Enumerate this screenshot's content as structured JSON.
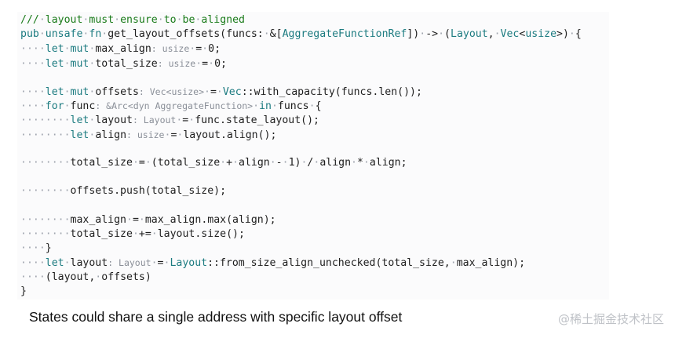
{
  "colors": {
    "keyword": "#1c7b80",
    "comment": "#1a7b1a",
    "whitespace_marker": "#9ea3ad",
    "inlay_hint": "#8a8f98",
    "text": "#1e1e1e",
    "panel_background": "#fbfbfc"
  },
  "code": {
    "lines": [
      [
        {
          "t": "///",
          "c": "cm"
        },
        {
          "t": "·",
          "c": "ws"
        },
        {
          "t": "layout",
          "c": "cm"
        },
        {
          "t": "·",
          "c": "ws"
        },
        {
          "t": "must",
          "c": "cm"
        },
        {
          "t": "·",
          "c": "ws"
        },
        {
          "t": "ensure",
          "c": "cm"
        },
        {
          "t": "·",
          "c": "ws"
        },
        {
          "t": "to",
          "c": "cm"
        },
        {
          "t": "·",
          "c": "ws"
        },
        {
          "t": "be",
          "c": "cm"
        },
        {
          "t": "·",
          "c": "ws"
        },
        {
          "t": "aligned",
          "c": "cm"
        }
      ],
      [
        {
          "t": "pub",
          "c": "kw"
        },
        {
          "t": "·",
          "c": "ws"
        },
        {
          "t": "unsafe",
          "c": "kw"
        },
        {
          "t": "·",
          "c": "ws"
        },
        {
          "t": "fn",
          "c": "kw"
        },
        {
          "t": "·",
          "c": "ws"
        },
        {
          "t": "get_layout_offsets(funcs:",
          "c": "pl"
        },
        {
          "t": "·",
          "c": "ws"
        },
        {
          "t": "&[",
          "c": "pl"
        },
        {
          "t": "AggregateFunctionRef",
          "c": "ty"
        },
        {
          "t": "])",
          "c": "pl"
        },
        {
          "t": "·",
          "c": "ws"
        },
        {
          "t": "->",
          "c": "pl"
        },
        {
          "t": "·",
          "c": "ws"
        },
        {
          "t": "(",
          "c": "pl"
        },
        {
          "t": "Layout",
          "c": "ty"
        },
        {
          "t": ",",
          "c": "pl"
        },
        {
          "t": "·",
          "c": "ws"
        },
        {
          "t": "Vec",
          "c": "ty"
        },
        {
          "t": "<",
          "c": "pl"
        },
        {
          "t": "usize",
          "c": "ty"
        },
        {
          "t": ">)",
          "c": "pl"
        },
        {
          "t": "·",
          "c": "ws"
        },
        {
          "t": "{",
          "c": "pl"
        }
      ],
      [
        {
          "t": "····",
          "c": "ws"
        },
        {
          "t": "let",
          "c": "kw"
        },
        {
          "t": "·",
          "c": "ws"
        },
        {
          "t": "mut",
          "c": "kw"
        },
        {
          "t": "·",
          "c": "ws"
        },
        {
          "t": "max_align",
          "c": "pl"
        },
        {
          "t": ": usize",
          "c": "hint"
        },
        {
          "t": "·",
          "c": "ws"
        },
        {
          "t": "=",
          "c": "pl"
        },
        {
          "t": "·",
          "c": "ws"
        },
        {
          "t": "0;",
          "c": "pl"
        }
      ],
      [
        {
          "t": "····",
          "c": "ws"
        },
        {
          "t": "let",
          "c": "kw"
        },
        {
          "t": "·",
          "c": "ws"
        },
        {
          "t": "mut",
          "c": "kw"
        },
        {
          "t": "·",
          "c": "ws"
        },
        {
          "t": "total_size",
          "c": "pl"
        },
        {
          "t": ": usize",
          "c": "hint"
        },
        {
          "t": "·",
          "c": "ws"
        },
        {
          "t": "=",
          "c": "pl"
        },
        {
          "t": "·",
          "c": "ws"
        },
        {
          "t": "0;",
          "c": "pl"
        }
      ],
      [],
      [
        {
          "t": "····",
          "c": "ws"
        },
        {
          "t": "let",
          "c": "kw"
        },
        {
          "t": "·",
          "c": "ws"
        },
        {
          "t": "mut",
          "c": "kw"
        },
        {
          "t": "·",
          "c": "ws"
        },
        {
          "t": "offsets",
          "c": "pl"
        },
        {
          "t": ": Vec<usize>",
          "c": "hint"
        },
        {
          "t": "·",
          "c": "ws"
        },
        {
          "t": "=",
          "c": "pl"
        },
        {
          "t": "·",
          "c": "ws"
        },
        {
          "t": "Vec",
          "c": "ty"
        },
        {
          "t": "::with_capacity(funcs.len());",
          "c": "pl"
        }
      ],
      [
        {
          "t": "····",
          "c": "ws"
        },
        {
          "t": "for",
          "c": "kw"
        },
        {
          "t": "·",
          "c": "ws"
        },
        {
          "t": "func",
          "c": "pl"
        },
        {
          "t": ": &Arc<dyn AggregateFunction>",
          "c": "hint"
        },
        {
          "t": "·",
          "c": "ws"
        },
        {
          "t": "in",
          "c": "kw"
        },
        {
          "t": "·",
          "c": "ws"
        },
        {
          "t": "funcs",
          "c": "pl"
        },
        {
          "t": "·",
          "c": "ws"
        },
        {
          "t": "{",
          "c": "pl"
        }
      ],
      [
        {
          "t": "········",
          "c": "ws"
        },
        {
          "t": "let",
          "c": "kw"
        },
        {
          "t": "·",
          "c": "ws"
        },
        {
          "t": "layout",
          "c": "pl"
        },
        {
          "t": ": Layout",
          "c": "hint"
        },
        {
          "t": "·",
          "c": "ws"
        },
        {
          "t": "=",
          "c": "pl"
        },
        {
          "t": "·",
          "c": "ws"
        },
        {
          "t": "func.state_layout();",
          "c": "pl"
        }
      ],
      [
        {
          "t": "········",
          "c": "ws"
        },
        {
          "t": "let",
          "c": "kw"
        },
        {
          "t": "·",
          "c": "ws"
        },
        {
          "t": "align",
          "c": "pl"
        },
        {
          "t": ": usize",
          "c": "hint"
        },
        {
          "t": "·",
          "c": "ws"
        },
        {
          "t": "=",
          "c": "pl"
        },
        {
          "t": "·",
          "c": "ws"
        },
        {
          "t": "layout.align();",
          "c": "pl"
        }
      ],
      [],
      [
        {
          "t": "········",
          "c": "ws"
        },
        {
          "t": "total_size",
          "c": "pl"
        },
        {
          "t": "·",
          "c": "ws"
        },
        {
          "t": "=",
          "c": "pl"
        },
        {
          "t": "·",
          "c": "ws"
        },
        {
          "t": "(total_size",
          "c": "pl"
        },
        {
          "t": "·",
          "c": "ws"
        },
        {
          "t": "+",
          "c": "pl"
        },
        {
          "t": "·",
          "c": "ws"
        },
        {
          "t": "align",
          "c": "pl"
        },
        {
          "t": "·",
          "c": "ws"
        },
        {
          "t": "-",
          "c": "pl"
        },
        {
          "t": "·",
          "c": "ws"
        },
        {
          "t": "1)",
          "c": "pl"
        },
        {
          "t": "·",
          "c": "ws"
        },
        {
          "t": "/",
          "c": "pl"
        },
        {
          "t": "·",
          "c": "ws"
        },
        {
          "t": "align",
          "c": "pl"
        },
        {
          "t": "·",
          "c": "ws"
        },
        {
          "t": "*",
          "c": "pl"
        },
        {
          "t": "·",
          "c": "ws"
        },
        {
          "t": "align;",
          "c": "pl"
        }
      ],
      [],
      [
        {
          "t": "········",
          "c": "ws"
        },
        {
          "t": "offsets.push(total_size);",
          "c": "pl"
        }
      ],
      [],
      [
        {
          "t": "········",
          "c": "ws"
        },
        {
          "t": "max_align",
          "c": "pl"
        },
        {
          "t": "·",
          "c": "ws"
        },
        {
          "t": "=",
          "c": "pl"
        },
        {
          "t": "·",
          "c": "ws"
        },
        {
          "t": "max_align.max(align);",
          "c": "pl"
        }
      ],
      [
        {
          "t": "········",
          "c": "ws"
        },
        {
          "t": "total_size",
          "c": "pl"
        },
        {
          "t": "·",
          "c": "ws"
        },
        {
          "t": "+=",
          "c": "pl"
        },
        {
          "t": "·",
          "c": "ws"
        },
        {
          "t": "layout.size();",
          "c": "pl"
        }
      ],
      [
        {
          "t": "····",
          "c": "ws"
        },
        {
          "t": "}",
          "c": "pl"
        }
      ],
      [
        {
          "t": "····",
          "c": "ws"
        },
        {
          "t": "let",
          "c": "kw"
        },
        {
          "t": "·",
          "c": "ws"
        },
        {
          "t": "layout",
          "c": "pl"
        },
        {
          "t": ": Layout",
          "c": "hint"
        },
        {
          "t": "·",
          "c": "ws"
        },
        {
          "t": "=",
          "c": "pl"
        },
        {
          "t": "·",
          "c": "ws"
        },
        {
          "t": "Layout",
          "c": "ty"
        },
        {
          "t": "::from_size_align_unchecked(total_size,",
          "c": "pl"
        },
        {
          "t": "·",
          "c": "ws"
        },
        {
          "t": "max_align);",
          "c": "pl"
        }
      ],
      [
        {
          "t": "····",
          "c": "ws"
        },
        {
          "t": "(layout,",
          "c": "pl"
        },
        {
          "t": "·",
          "c": "ws"
        },
        {
          "t": "offsets)",
          "c": "pl"
        }
      ],
      [
        {
          "t": "}",
          "c": "pl"
        }
      ]
    ]
  },
  "caption": "States could share a single address with specific layout offset",
  "watermark": "@稀土掘金技术社区"
}
